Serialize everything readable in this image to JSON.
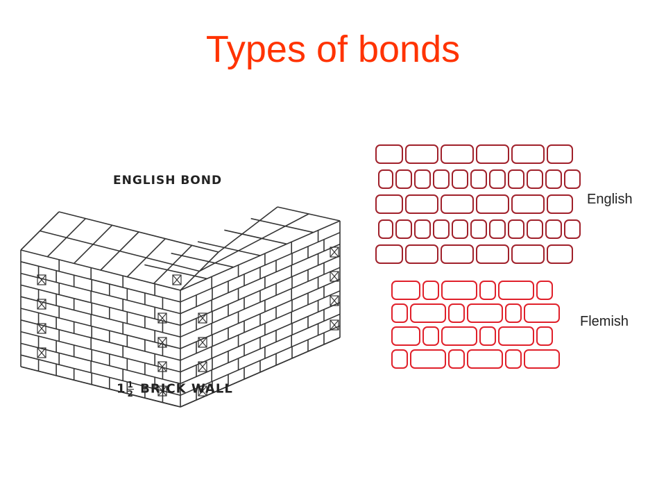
{
  "slide": {
    "title": "Types of bonds"
  },
  "isometric_figure": {
    "top_label": "ENGLISH BOND",
    "bottom_label_whole": "1",
    "bottom_label_num": "1",
    "bottom_label_den": "2",
    "bottom_label_text": "BRICK WALL",
    "line_color": "#333333"
  },
  "patterns": {
    "english": {
      "label": "English",
      "stroke_color": "#a0202a"
    },
    "flemish": {
      "label": "Flemish",
      "stroke_color": "#e0202a"
    }
  }
}
